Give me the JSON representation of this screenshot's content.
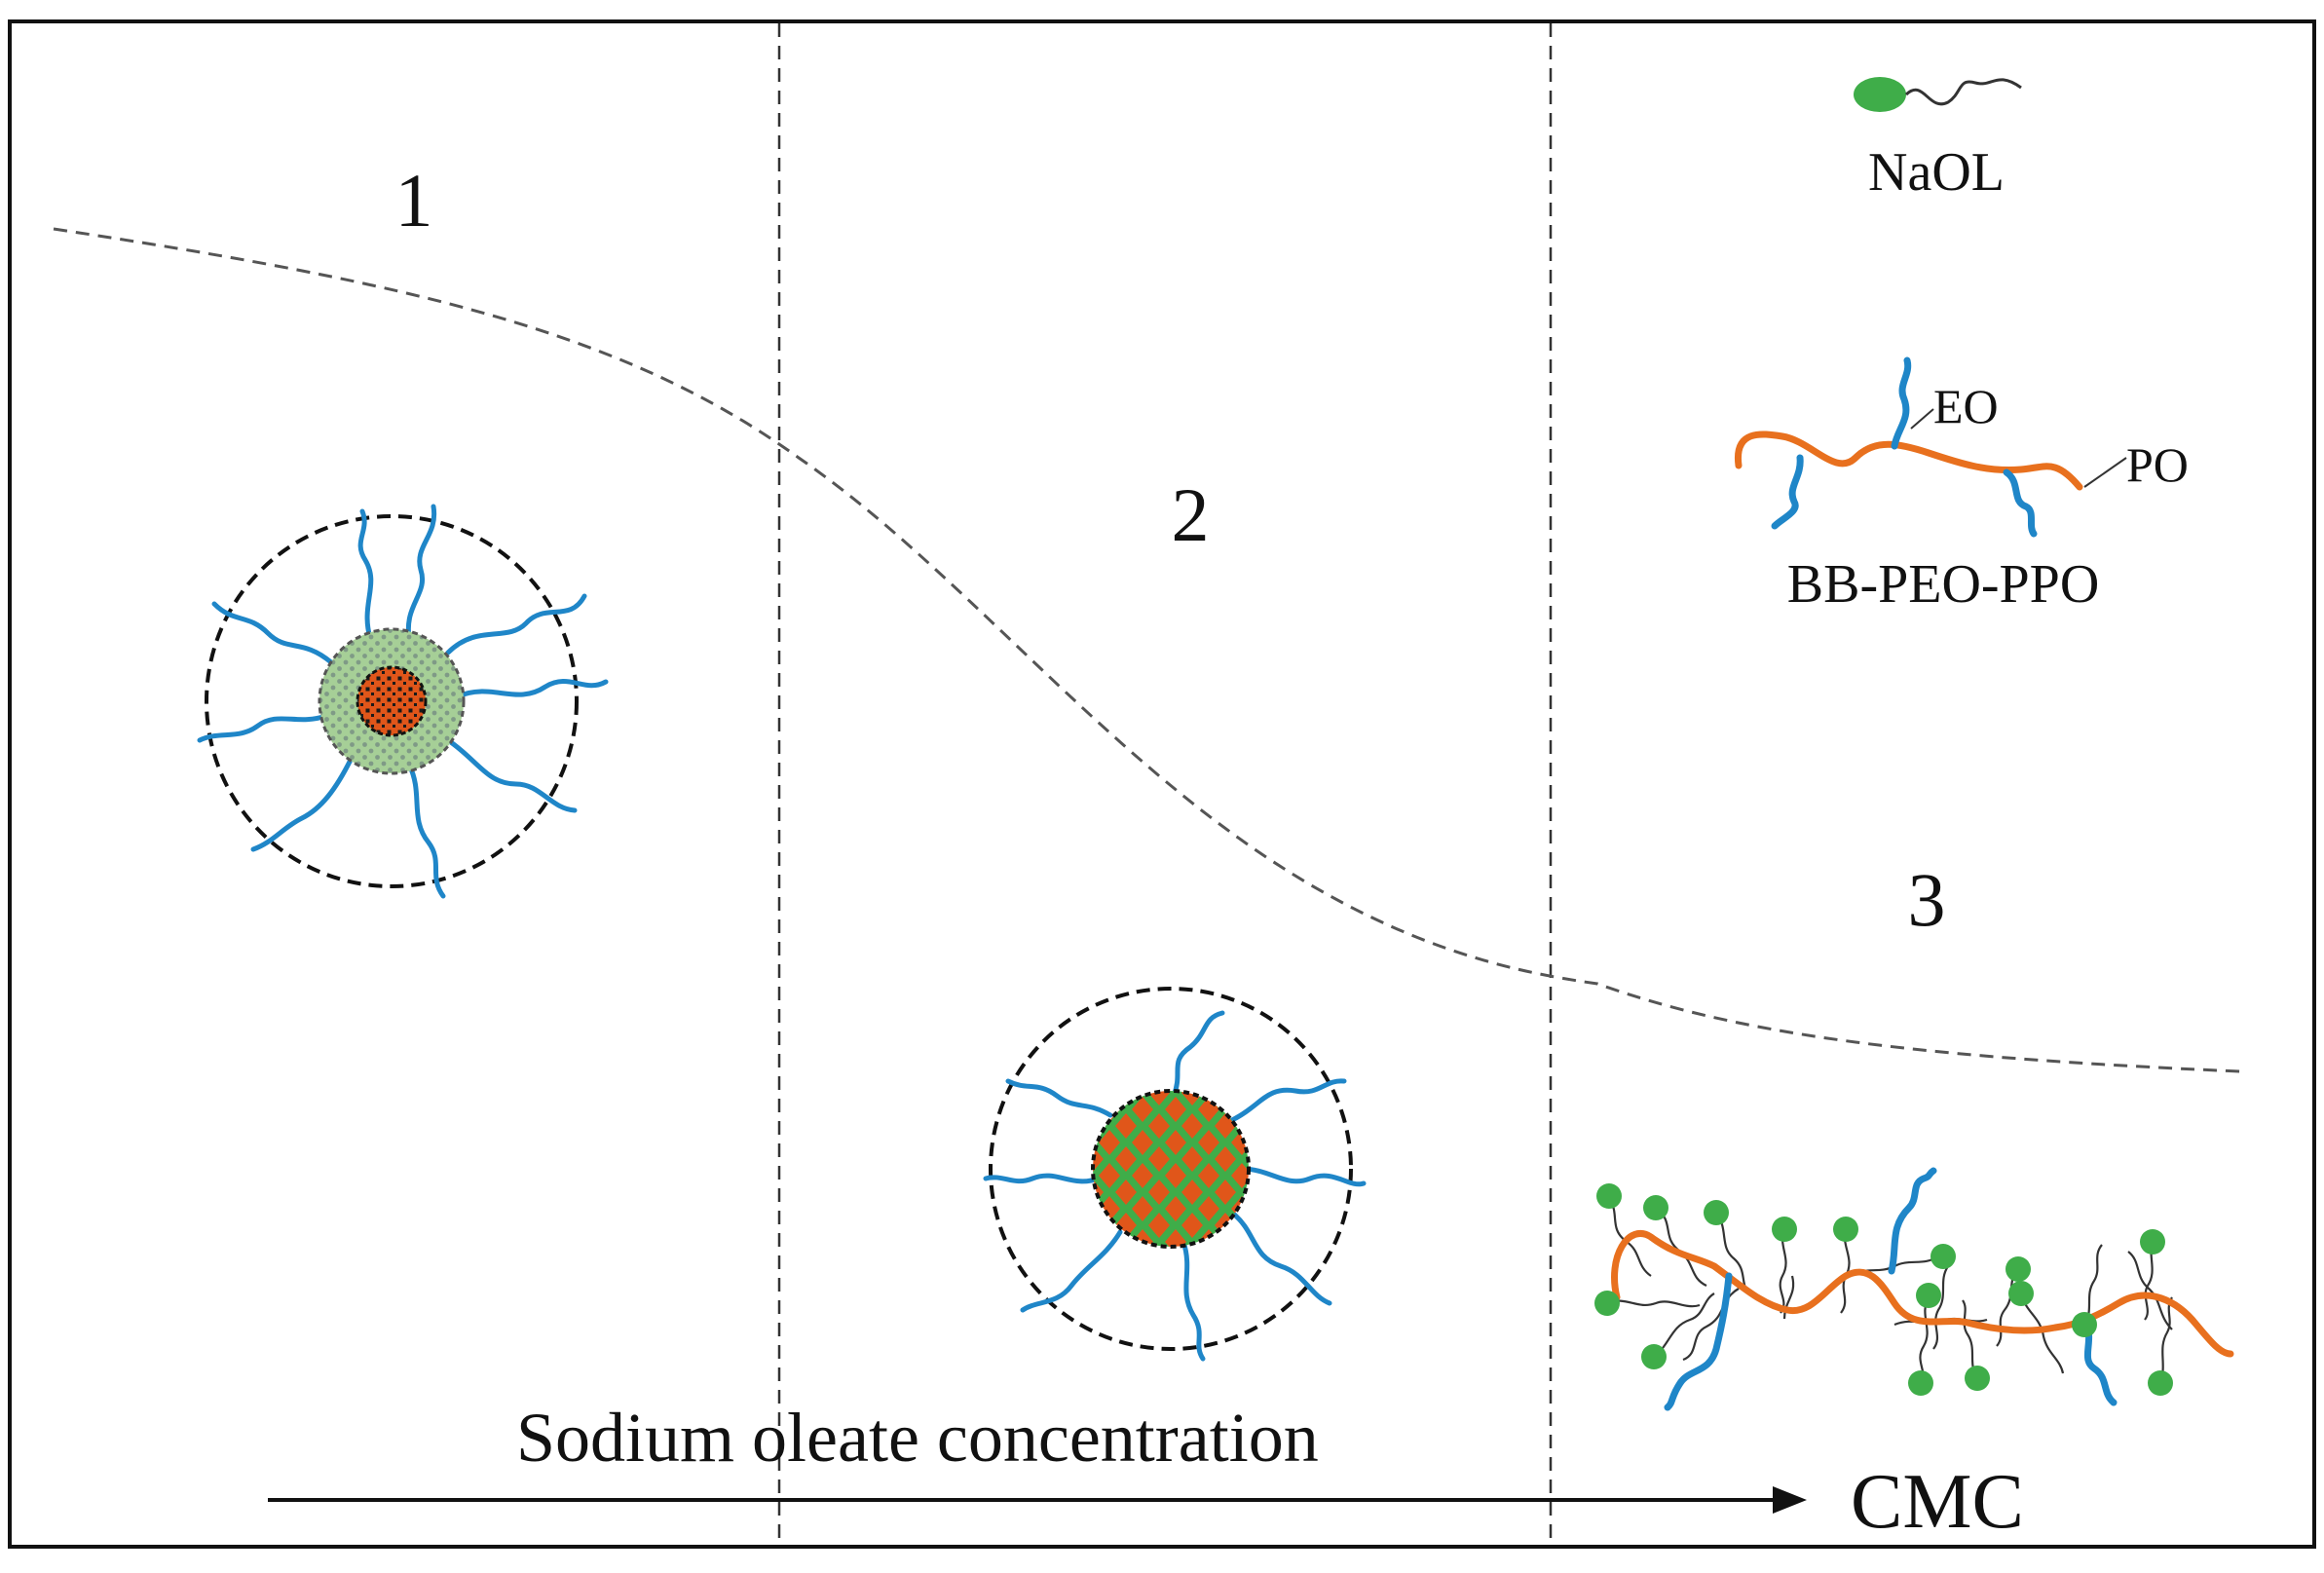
{
  "regions": {
    "region1_label": "1",
    "region2_label": "2",
    "region3_label": "3"
  },
  "legend": {
    "naol_label": "NaOL",
    "eo_label": "EO",
    "po_label": "PO",
    "polymer_label": "BB-PEO-PPO"
  },
  "axis": {
    "xlabel": "Sodium oleate concentration",
    "cmc_label": "CMC"
  },
  "colors": {
    "frame": "#111111",
    "peo_blue": "#1f86c8",
    "ppo_orange": "#e8701e",
    "naol_green": "#3fad49",
    "shell_light_green": "#9cc98e",
    "core_red": "#e0561a",
    "tail": "#333333"
  }
}
